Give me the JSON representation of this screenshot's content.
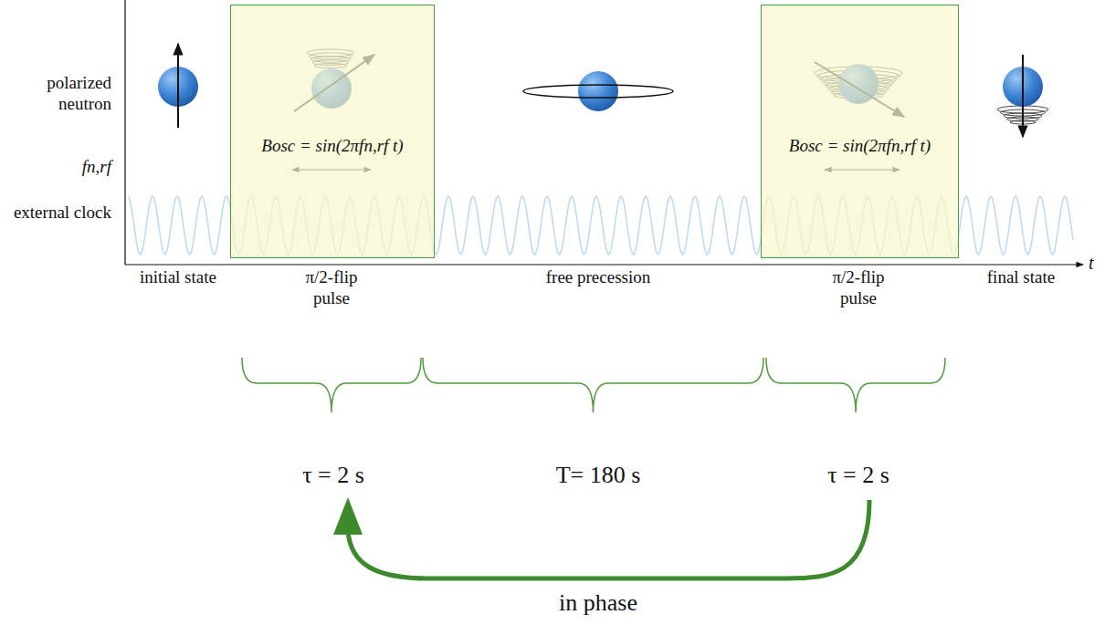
{
  "diagram": {
    "nodes": [
      {
        "text": [
          "Bosc = sin(2πfn,rf t)"
        ]
      },
      {
        "text": [
          "Bosc = sin(2πfn,rf t)"
        ]
      }
    ],
    "labels": [
      "polarized neutron",
      "fn,rf",
      "external clock",
      "initial state",
      "π/2-flip pulse",
      "free precession",
      "π/2-flip pulse",
      "final state",
      "t",
      "τ = 2 s",
      "T= 180 s",
      "τ = 2 s",
      "in phase"
    ]
  }
}
